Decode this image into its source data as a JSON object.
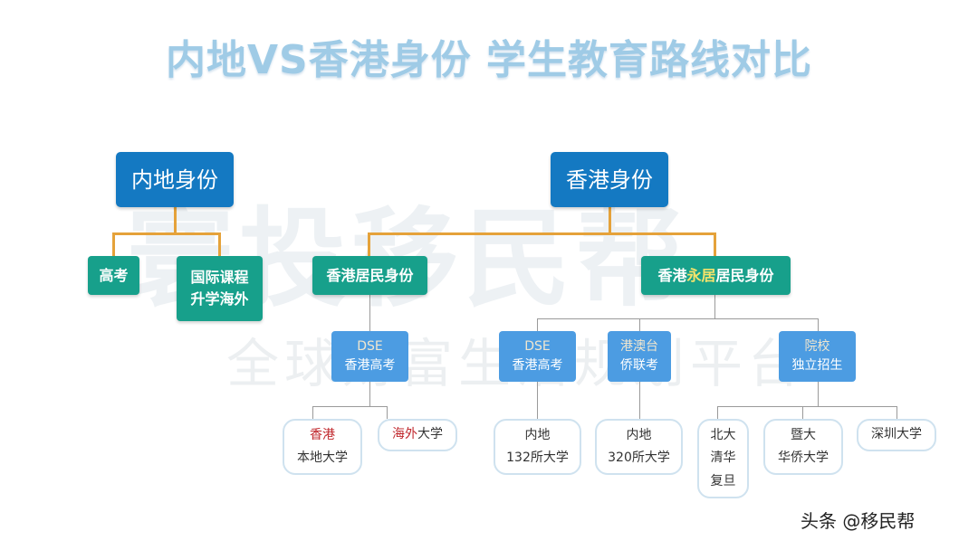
{
  "title": "内地VS香港身份 学生教育路线对比",
  "watermark": {
    "main": "寰投移民帮",
    "sub": "全球财富生活规划平台"
  },
  "mainland": {
    "root": "内地身份",
    "children": [
      {
        "label": "高考"
      },
      {
        "line1": "国际课程",
        "line2": "升学海外"
      }
    ]
  },
  "hongkong": {
    "root": "香港身份",
    "resident": {
      "label": "香港居民身份",
      "route": {
        "line1": "DSE",
        "line2": "香港高考"
      },
      "leaves": [
        {
          "red": "香港",
          "rest": "本地大学"
        },
        {
          "red": "海外",
          "rest": "大学"
        }
      ]
    },
    "permanent": {
      "pre": "香港",
      "highlight": "永居",
      "post": "居民身份",
      "routes": [
        {
          "line1": "DSE",
          "line2": "香港高考",
          "leaf": {
            "line1": "内地",
            "line2": "132所大学"
          }
        },
        {
          "line1": "港澳台",
          "line2": "侨联考",
          "leaf": {
            "line1": "内地",
            "line2": "320所大学"
          }
        },
        {
          "line1": "院校",
          "line2": "独立招生",
          "leaves": [
            {
              "lines": [
                "北大",
                "清华",
                "复旦"
              ]
            },
            {
              "line1": "暨大",
              "line2": "华侨大学"
            },
            {
              "label": "深圳大学"
            }
          ]
        }
      ]
    }
  },
  "footer": "头条 @移民帮",
  "colors": {
    "root": "#1479c2",
    "level2": "#17a08b",
    "route": "#4c9ce2",
    "connector_top": "#e5a23a",
    "connector_bottom": "#9a9a9a",
    "highlight_red": "#c0282d"
  }
}
